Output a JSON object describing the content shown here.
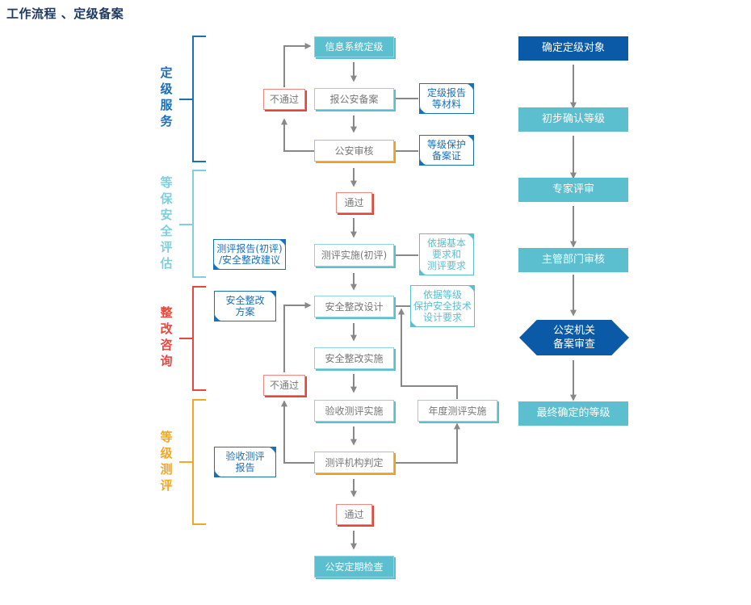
{
  "title": "工作流程 、定级备案",
  "colors": {
    "phase1": "#1a6fb8",
    "phase2": "#7fcfdc",
    "phase3": "#e8473d",
    "phase4": "#f5a623",
    "teal": "#5bbfd0",
    "dark_blue": "#0b5aa8",
    "arrow": "#888888"
  },
  "phases": [
    {
      "label": "定\n级\n服\n务",
      "chars": [
        "定",
        "级",
        "服",
        "务"
      ]
    },
    {
      "label": "等保安全评估",
      "chars": [
        "等",
        "保",
        "安",
        "全",
        "评",
        "估"
      ]
    },
    {
      "label": "整改咨询",
      "chars": [
        "整",
        "改",
        "咨",
        "询"
      ]
    },
    {
      "label": "等级测评",
      "chars": [
        "等",
        "级",
        "测",
        "评"
      ]
    }
  ],
  "main_flow": {
    "info_system_grading": "信息系统定级",
    "report_police_filing": "报公安备案",
    "police_review": "公安审核",
    "pass1": "通过",
    "fail1": "不通过",
    "eval_initial": "测评实施(初评)",
    "rectify_design": "安全整改设计",
    "rectify_impl": "安全整改实施",
    "fail2": "不通过",
    "acceptance_eval": "验收测评实施",
    "annual_eval": "年度测评实施",
    "agency_judgement": "测评机构判定",
    "pass2": "通过",
    "police_periodic_check": "公安定期检查"
  },
  "documents": {
    "grading_report": [
      "定级报告",
      "等材料"
    ],
    "protection_certificate": [
      "等级保护",
      "备案证"
    ],
    "eval_report_initial": [
      "测评报告(初评)",
      "/安全整改建议"
    ],
    "basis_basic": [
      "依据基本",
      "要求和",
      "测评要求"
    ],
    "rectify_plan": [
      "安全整改",
      "方案"
    ],
    "basis_tech": [
      "依据等级",
      "保护安全技术",
      "设计要求"
    ],
    "acceptance_report": [
      "验收测评",
      "报告"
    ]
  },
  "right_flow": {
    "steps": [
      "确定定级对象",
      "初步确认等级",
      "专家评审",
      "主管部门审核"
    ],
    "hexagon": [
      "公安机关",
      "备案审查"
    ],
    "final": "最终确定的等级"
  }
}
